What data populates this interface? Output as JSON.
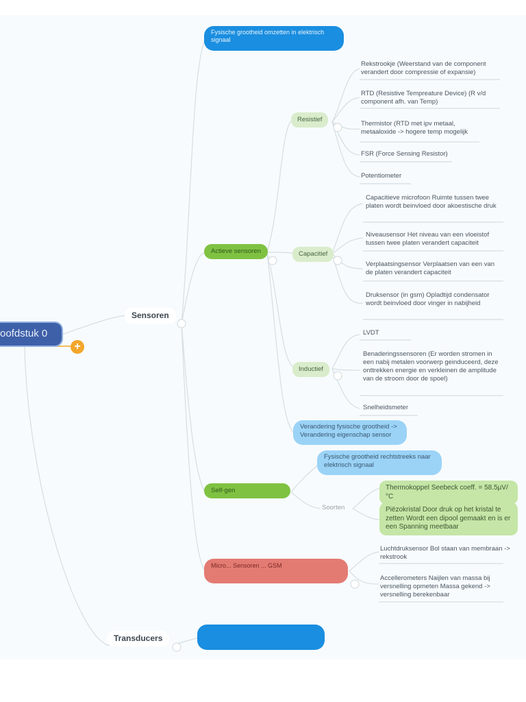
{
  "root": {
    "label": "oofdstuk 0",
    "expand_label": "+"
  },
  "branches": {
    "sensoren": "Sensoren",
    "transducers": "Transducers"
  },
  "sensoren": {
    "description": "Fysische grootheid omzetten in elektrisch signaal",
    "actieve": {
      "label": "Actieve sensoren",
      "resistief": {
        "label": "Resistief",
        "items": [
          "Rekstrookje (Weerstand van de component verandert door compressie of expansie)",
          "RTD (Resistive Tempreature Device) (R v/d component afh. van Temp)",
          "Thermistor (RTD met ipv metaal, metaaloxide -> hogere temp mogelijk",
          "FSR (Force Sensing Resistor)",
          "Potentiometer"
        ]
      },
      "capacitief": {
        "label": "Capacitief",
        "items": [
          "Capacitieve microfoon Ruimte tussen twee platen wordt beinvloed door akoestische druk",
          "Niveausensor Het niveau van een vloeistof tussen twee platen verandert capaciteit",
          "Verplaatsingsensor Verplaatsen van een van de platen verandert capaciteit",
          "Druksensor (in gsm) Opladtijd condensator wordt beinvloed door vinger in nabijheid"
        ]
      },
      "inductief": {
        "label": "Inductief",
        "items": [
          "LVDT",
          "Benaderingssensoren (Er worden stromen in een nabij metalen voorwerp geinduceerd, deze onttrekken energie en verkleinen de amplitude van de stroom door de spoel)",
          "Snelheidsmeter"
        ]
      },
      "verandering": "Verandering fysische grootheid -> Verandering eigenschap sensor"
    },
    "self_generating": {
      "label": "Self-gen",
      "description": "Fysische grootheid rechtstreeks naar elektrisch signaal",
      "soorten_label": "Soorten",
      "soorten": [
        "Thermokoppel Seebeck coeff. = 58.5µV/°C",
        "Piëzokristal Door druk op het kristal te zetten Wordt een dipool gemaakt en is er een Spanning meetbaar"
      ]
    },
    "micro": {
      "label": "Micro... Sensoren ... GSM",
      "items": [
        "Luchtdruksensor Bol staan van membraan -> rekstrook",
        "Accellerometers Naijlen van massa bij versnelling opmeten Massa gekend -> versnelling berekenbaar"
      ]
    }
  },
  "transducers": {
    "node_label": ""
  },
  "colors": {
    "root": "#3e60a8",
    "blue": "#1a8ee0",
    "light_blue": "#9bd3f7",
    "green": "#7fc242",
    "light_green": "#d9eccb",
    "red": "#e37b73",
    "orange": "#f3a62b"
  }
}
